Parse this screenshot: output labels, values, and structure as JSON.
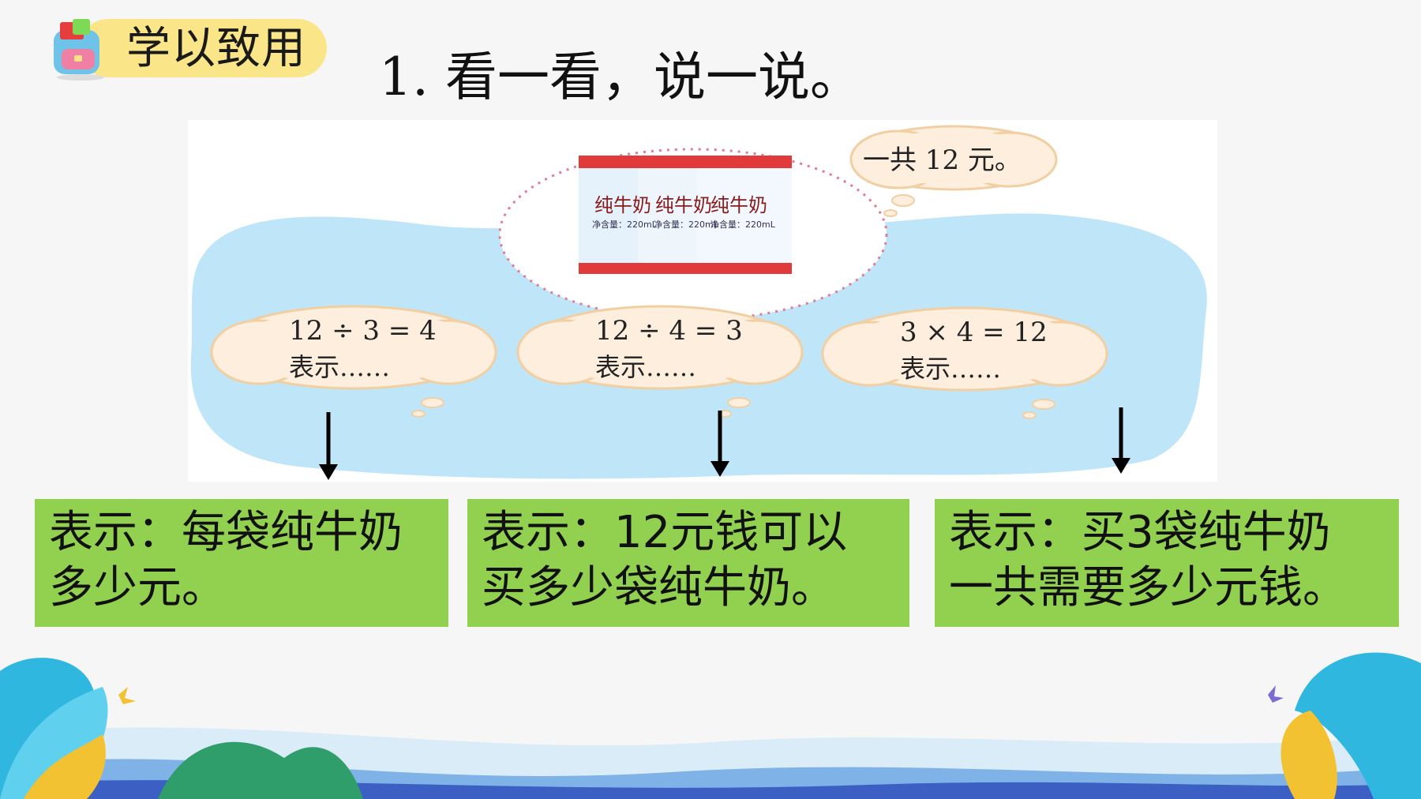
{
  "header": {
    "badge_label": "学以致用",
    "title": "1. 看一看，说一说。"
  },
  "scene": {
    "milk_label": "纯牛奶",
    "milk_volume": "净含量：220mL",
    "total_thought": "一共 12 元。",
    "bubbles": [
      {
        "equation": "12 ÷ 3 = 4",
        "caption": "表示……"
      },
      {
        "equation": "12 ÷ 4 = 3",
        "caption": "表示……"
      },
      {
        "equation": "3 × 4 = 12",
        "caption": "表示……"
      }
    ]
  },
  "answers": [
    {
      "line1": "表示：每袋纯牛奶",
      "line2": "多少元。"
    },
    {
      "line1": "表示：12元钱可以",
      "line2": "买多少袋纯牛奶。"
    },
    {
      "line1": "表示：买3袋纯牛奶",
      "line2": "一共需要多少元钱。"
    }
  ],
  "colors": {
    "badge_yellow": "#fbe589",
    "answer_green": "#92d050",
    "lake_blue": "#bfe5f8",
    "bubble_fill": "#fdeedd",
    "bubble_stroke": "#f2cfa2"
  }
}
